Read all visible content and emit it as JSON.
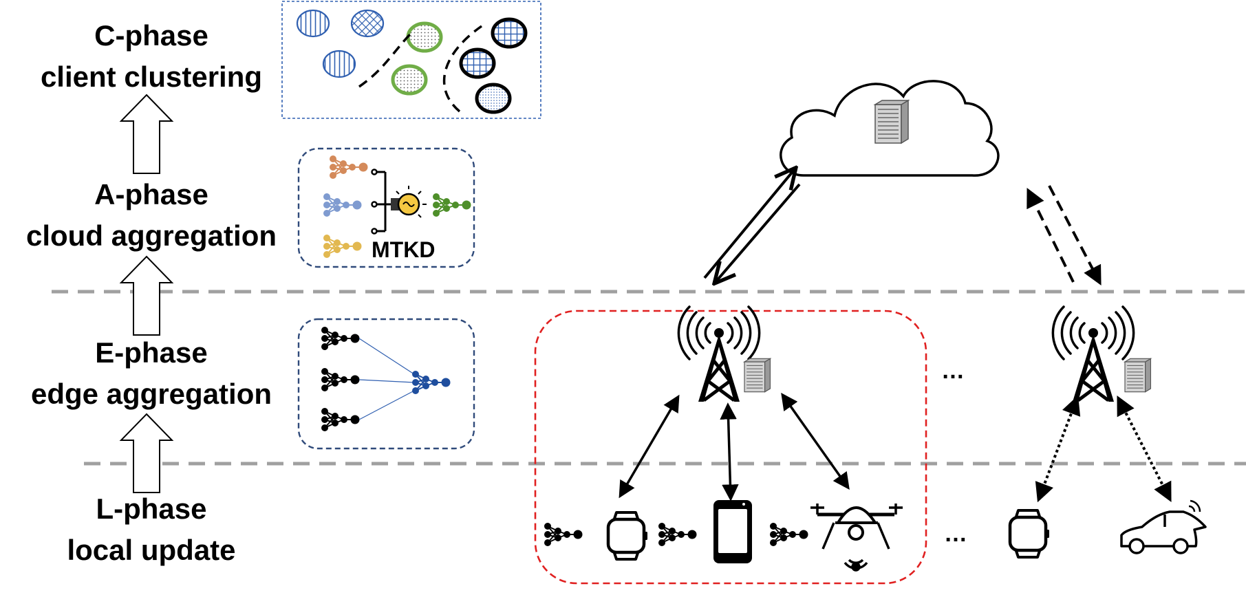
{
  "phases": [
    {
      "name": "C-phase",
      "desc": "client clustering"
    },
    {
      "name": "A-phase",
      "desc": "cloud aggregation"
    },
    {
      "name": "E-phase",
      "desc": "edge aggregation"
    },
    {
      "name": "L-phase",
      "desc": "local update"
    }
  ],
  "mtkd_label": "MTKD",
  "ellipsis": "…",
  "icons": {
    "cloud": "cloud-icon",
    "server": "server-icon",
    "tower": "cell-tower-icon",
    "watch": "smartwatch-icon",
    "phone": "smartphone-icon",
    "drone": "drone-icon",
    "car": "car-icon",
    "model": "neural-network-icon",
    "bulb": "lightbulb-icon"
  },
  "colors": {
    "edge_group_border": "#e02020",
    "panel_border": "#2f4a7a",
    "layer_divider": "#a0a0a0",
    "cluster_box_border": "#2f5fb0",
    "cluster_green": "#70ad47",
    "cluster_blue": "#2f5fb0",
    "model_orange": "#d48a5a",
    "model_lightblue": "#7f9bd0",
    "model_green": "#4e8f2a",
    "model_yellow": "#e2b850",
    "model_darkblue": "#1f4e9e",
    "bulb_fill": "#f5c842"
  }
}
